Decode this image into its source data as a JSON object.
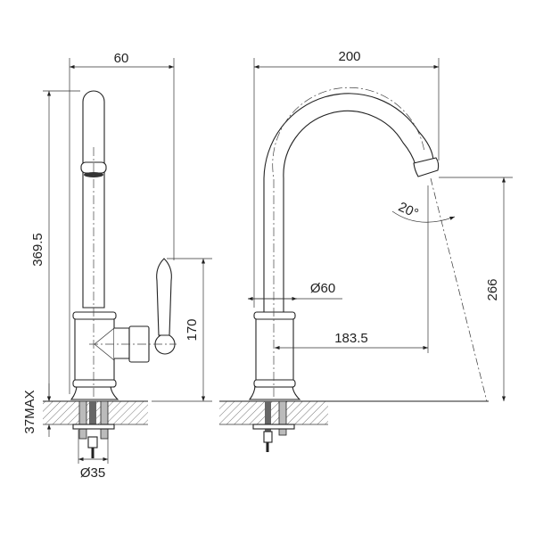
{
  "title": "Faucet technical drawing",
  "side_view": {
    "width_label": "60",
    "height_label": "369.5",
    "handle_height_label": "170",
    "max_counter_label": "37MAX",
    "hole_diameter_label": "Ø35"
  },
  "front_view": {
    "reach_label": "200",
    "spout_height_label": "266",
    "base_diameter_label": "Ø60",
    "outlet_offset_label": "183.5",
    "angle_label": "20°"
  },
  "colors": {
    "line": "#222222",
    "background": "#ffffff"
  }
}
